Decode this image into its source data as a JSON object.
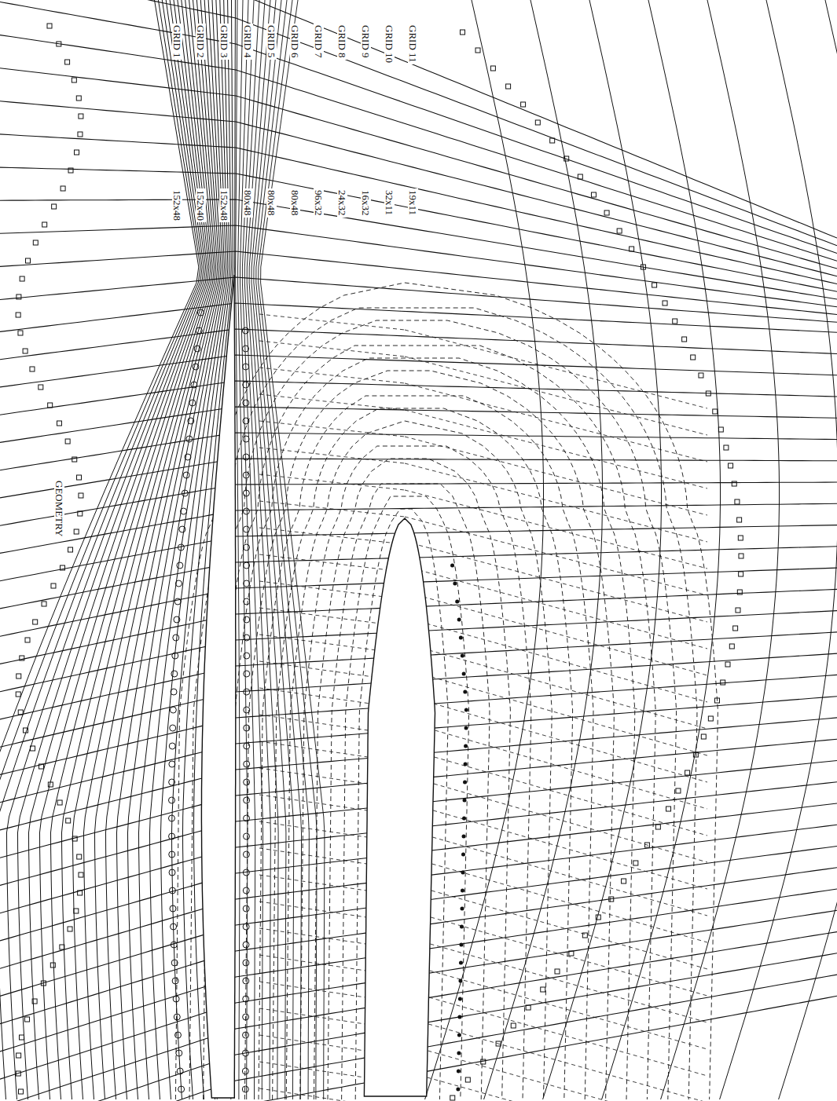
{
  "diagram": {
    "labels": [
      "GRID 1",
      "GRID 2",
      "GRID 3",
      "GRID 4",
      "GRID 5",
      "GRID 6",
      "GRID 7",
      "GRID 8",
      "GRID 9",
      "GRID 10",
      "GRID 11",
      "152x48",
      "152x40",
      "152x48",
      "80x48",
      "80x48",
      "80x48",
      "96x32",
      "24x32",
      "16x32",
      "32x11",
      "19x11",
      "GEOMETRY"
    ]
  }
}
